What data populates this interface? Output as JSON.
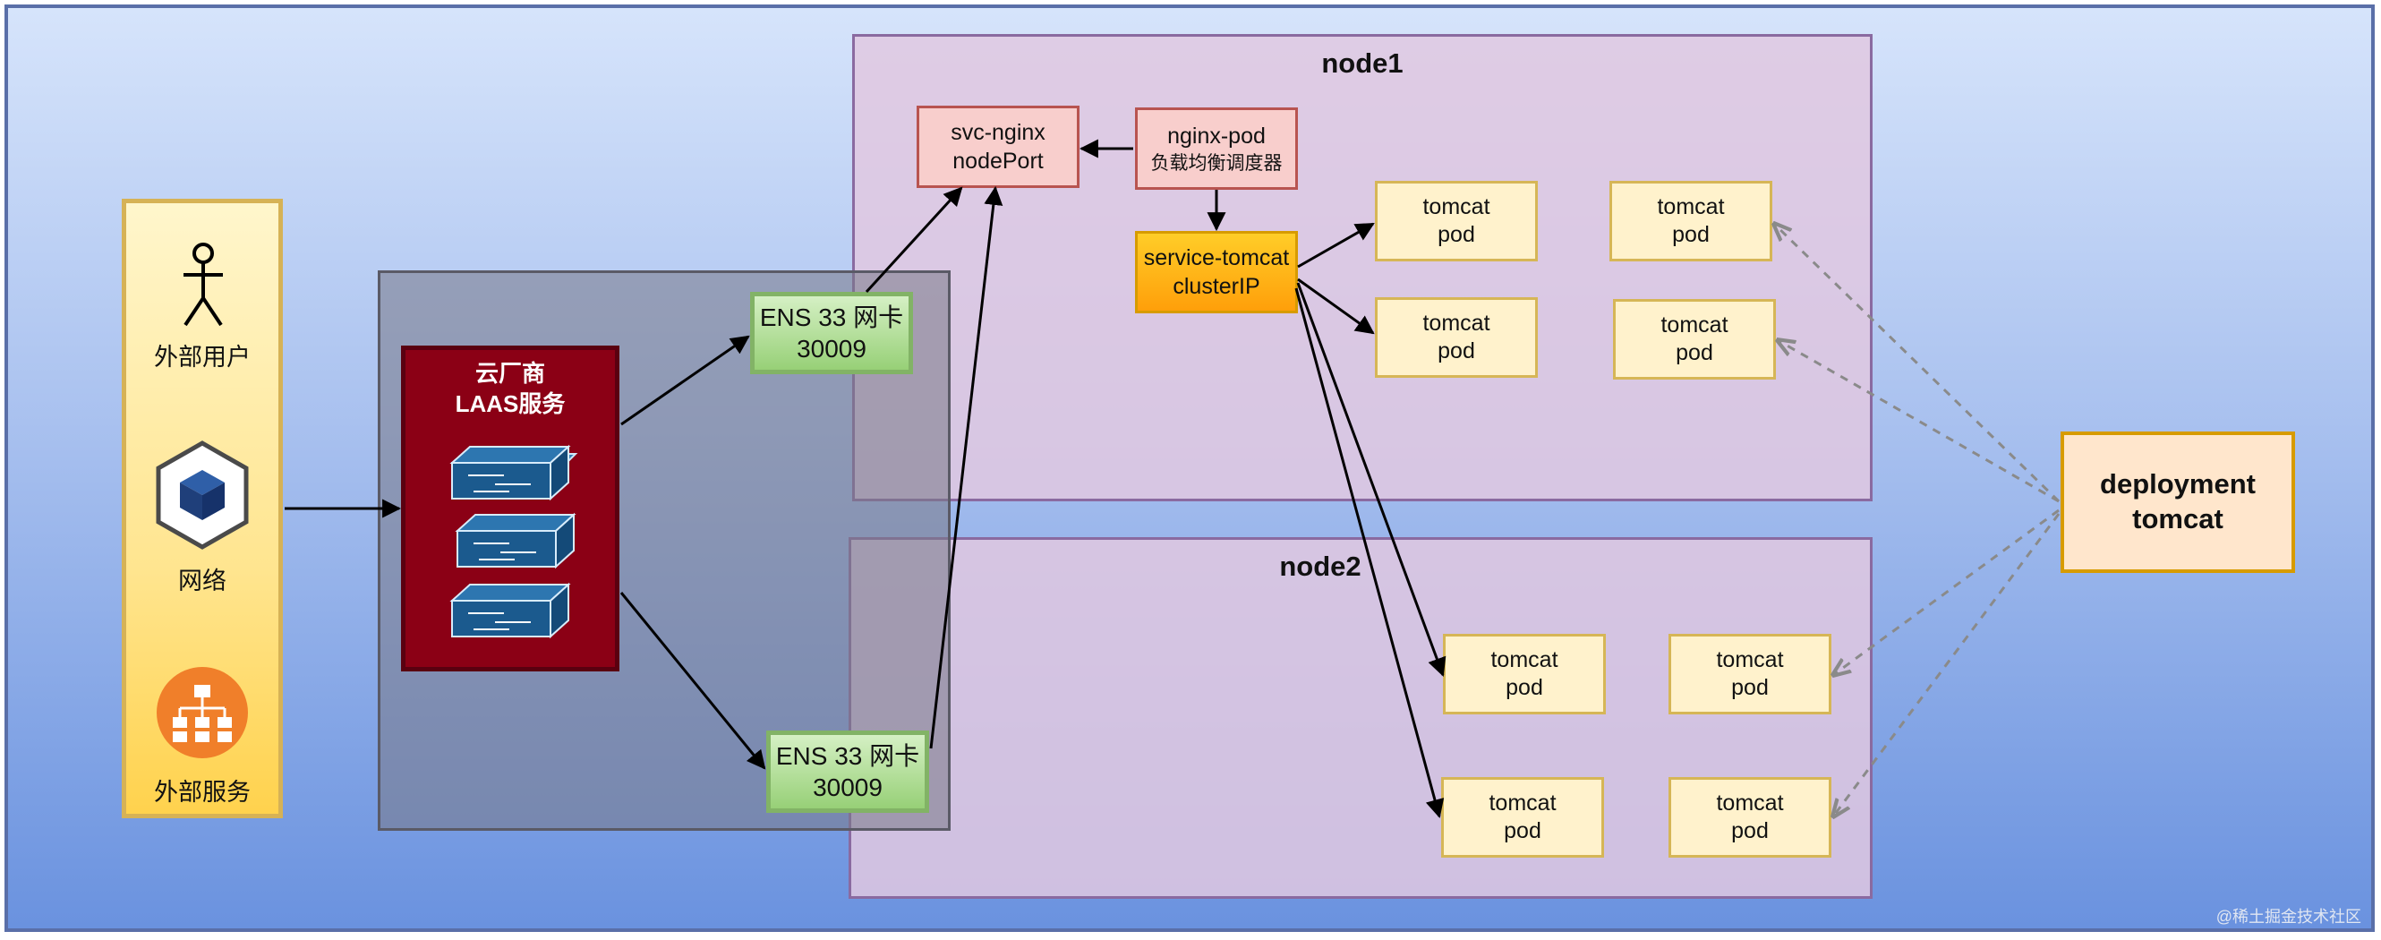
{
  "node1": {
    "title": "node1"
  },
  "node2": {
    "title": "node2"
  },
  "left_panel": {
    "user_label": "外部用户",
    "network_label": "网络",
    "service_label": "外部服务"
  },
  "laas": {
    "line1": "云厂商",
    "line2": "LAAS服务"
  },
  "nic_top": {
    "line1": "ENS 33 网卡",
    "line2": "30009"
  },
  "nic_bottom": {
    "line1": "ENS 33 网卡",
    "line2": "30009"
  },
  "svc_nginx": {
    "line1": "svc-nginx",
    "line2": "nodePort"
  },
  "nginx_pod": {
    "line1": "nginx-pod",
    "line2": "负载均衡调度器"
  },
  "service_tomcat": {
    "line1": "service-tomcat",
    "line2": "clusterIP"
  },
  "pods": [
    {
      "line1": "tomcat",
      "line2": "pod"
    },
    {
      "line1": "tomcat",
      "line2": "pod"
    },
    {
      "line1": "tomcat",
      "line2": "pod"
    },
    {
      "line1": "tomcat",
      "line2": "pod"
    },
    {
      "line1": "tomcat",
      "line2": "pod"
    },
    {
      "line1": "tomcat",
      "line2": "pod"
    },
    {
      "line1": "tomcat",
      "line2": "pod"
    },
    {
      "line1": "tomcat",
      "line2": "pod"
    }
  ],
  "deployment": {
    "line1": "deployment",
    "line2": "tomcat"
  },
  "watermark": "@稀土掘金技术社区",
  "colors": {
    "laas_fill": "#8b0015",
    "nic_fill": "#97d077",
    "pod_fill": "#fff2cc",
    "red_fill": "#f8cecc",
    "service_fill": "#ffb31a",
    "deployment_fill": "#ffe6cc",
    "node_fill": "#e1c8e1"
  },
  "icons": [
    "stick-figure-icon",
    "cube-icon",
    "sitemap-icon",
    "network-switch-icon"
  ]
}
